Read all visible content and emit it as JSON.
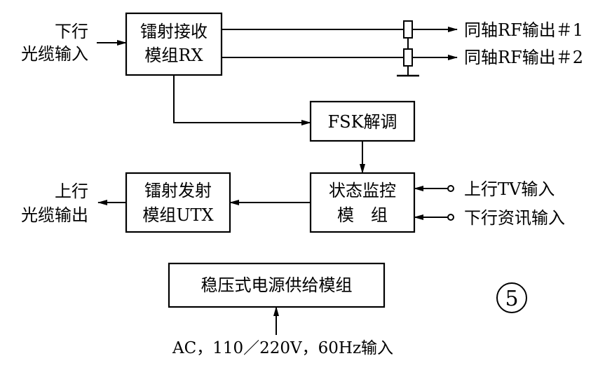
{
  "labels": {
    "downstream_input": [
      "下行",
      "光缆输入"
    ],
    "upstream_output": [
      "上行",
      "光缆输出"
    ],
    "rx_module": [
      "镭射接收",
      "模组RX"
    ],
    "tx_module": [
      "镭射发射",
      "模组UTX"
    ],
    "fsk": "FSK解调",
    "monitor": [
      "状态监控",
      "模　组"
    ],
    "rf_out_1": "同轴RF输出＃1",
    "rf_out_2": "同轴RF输出＃2",
    "up_tv_input": "上行TV输入",
    "down_info_input": "下行资讯输入",
    "power_module": "稳压式电源供给模组",
    "power_input": "AC，110／220V，60Hz输入",
    "figure_number": "5"
  }
}
